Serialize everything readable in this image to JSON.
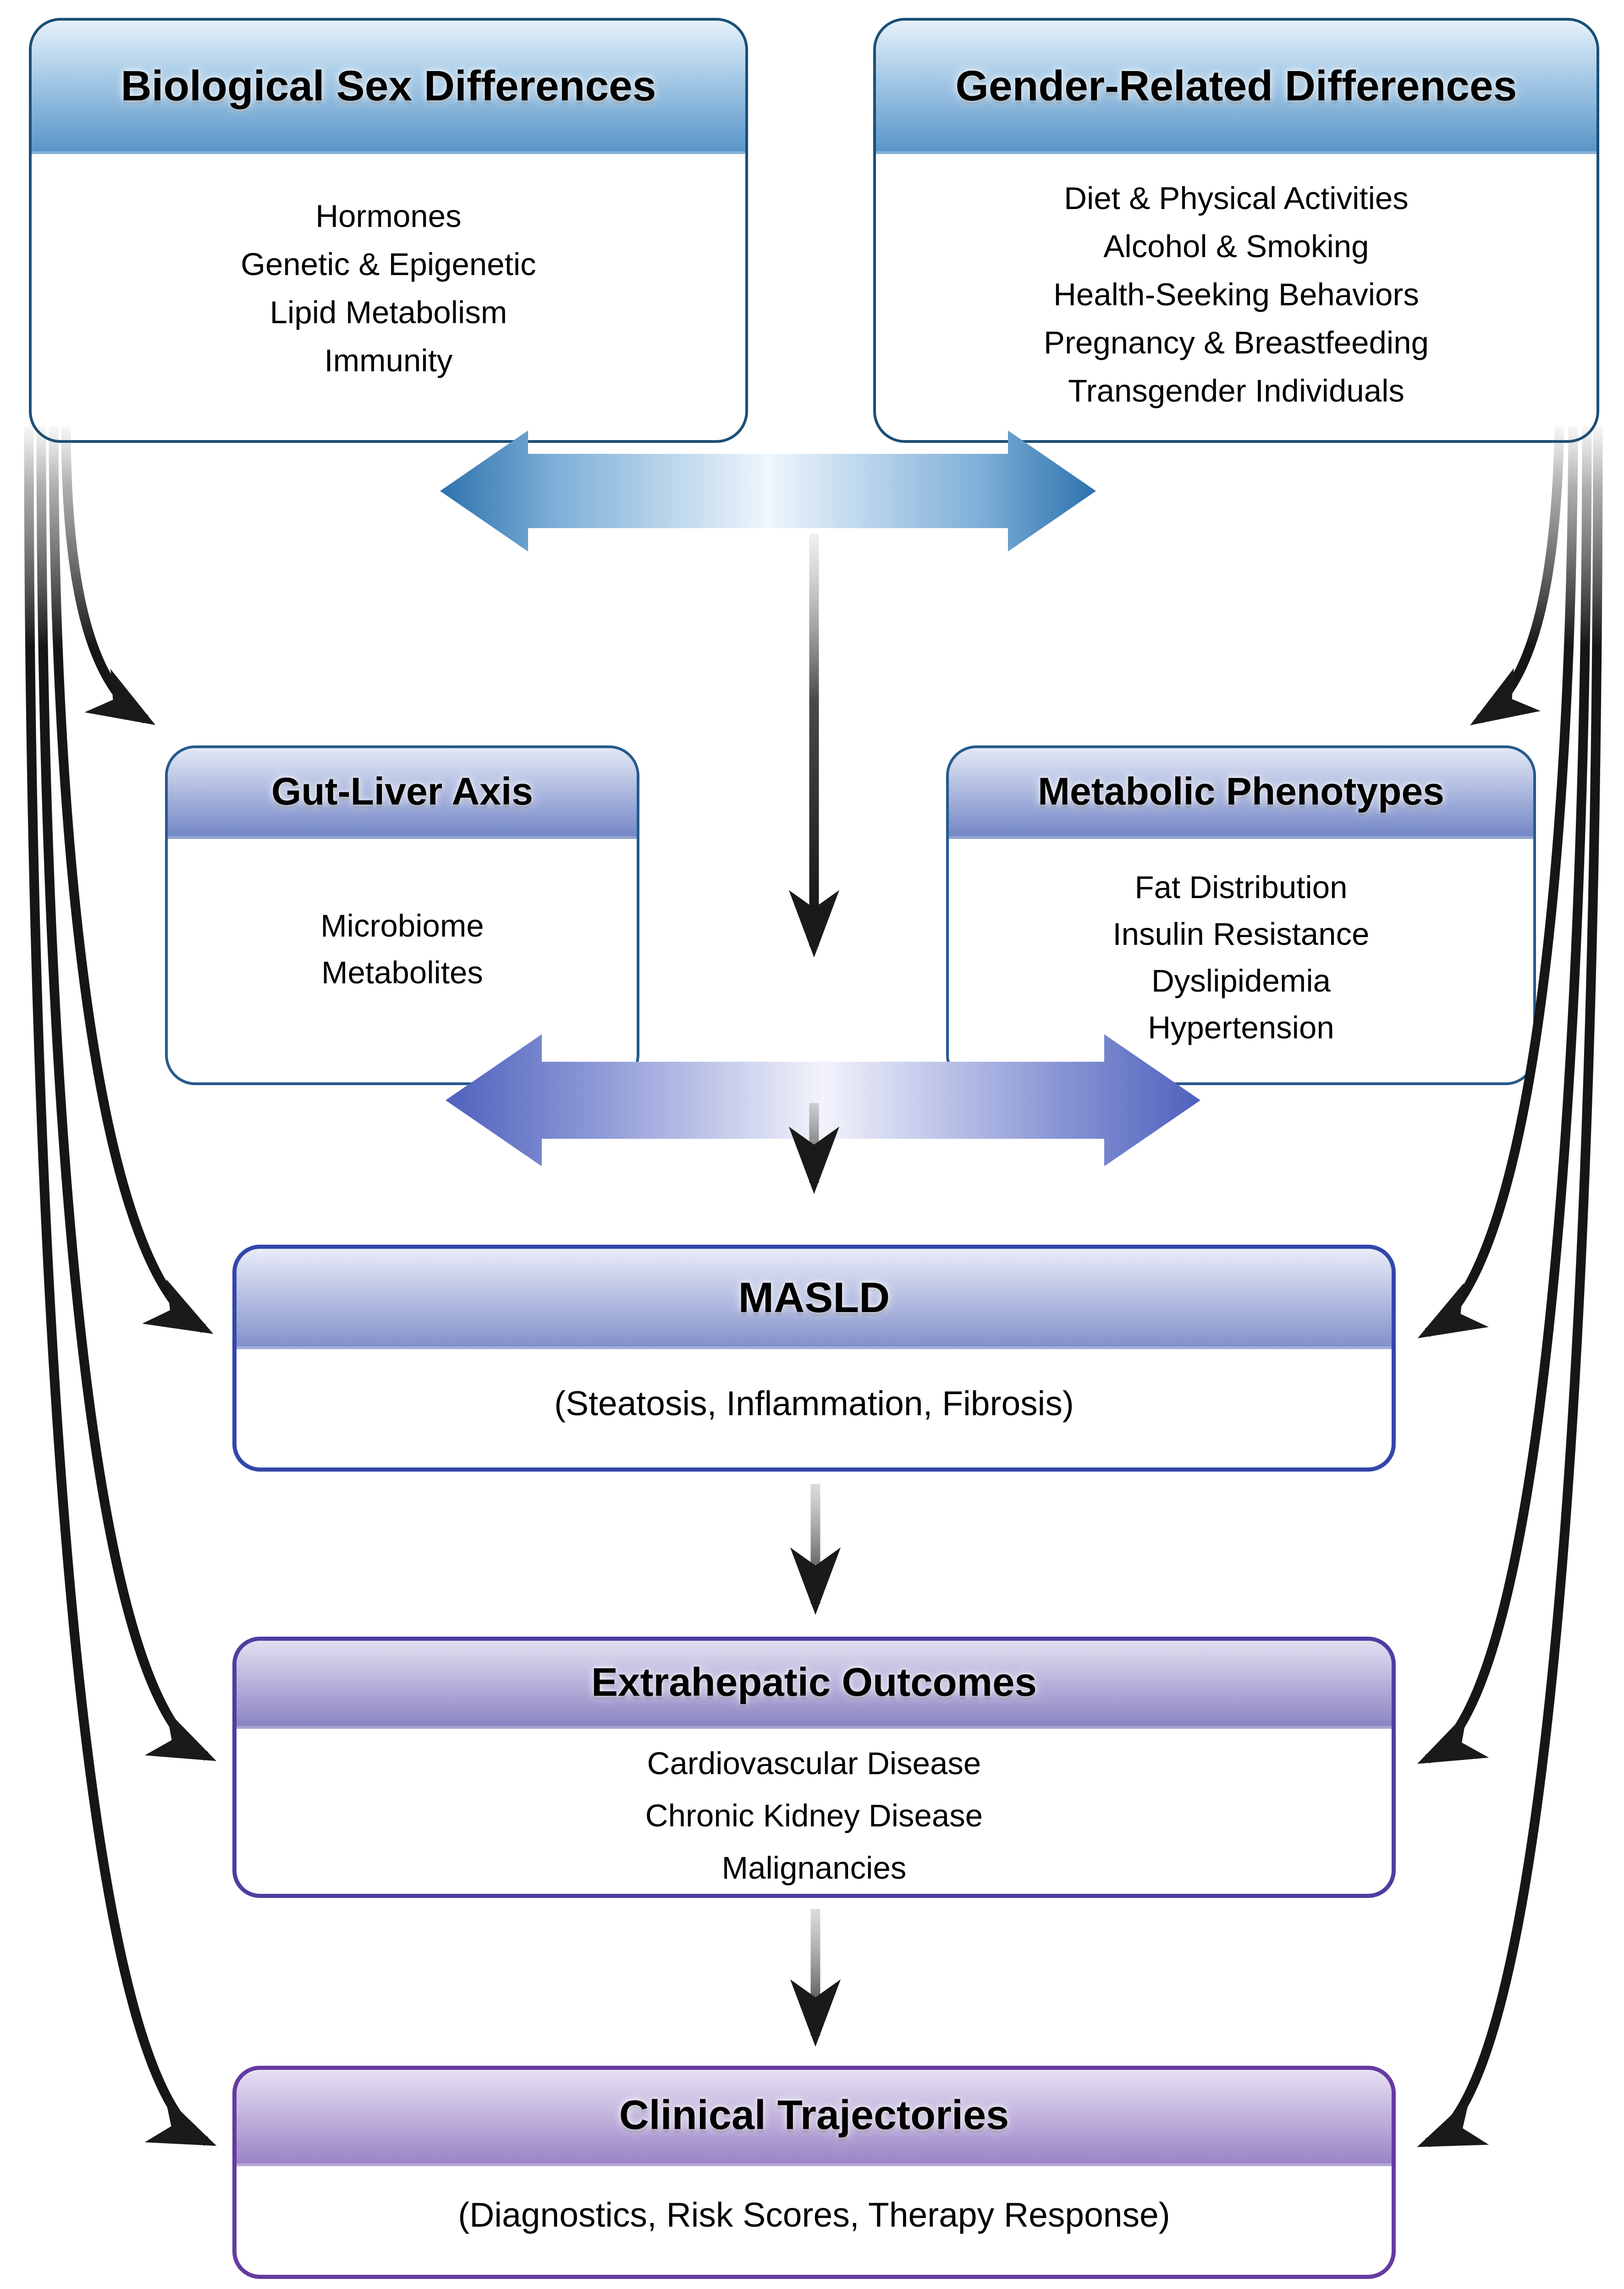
{
  "boxes": {
    "biological": {
      "title": "Biological Sex Differences",
      "items": [
        "Hormones",
        "Genetic & Epigenetic",
        "Lipid Metabolism",
        "Immunity"
      ]
    },
    "gender": {
      "title": "Gender-Related Differences",
      "items": [
        "Diet & Physical Activities",
        "Alcohol & Smoking",
        "Health-Seeking Behaviors",
        "Pregnancy & Breastfeeding",
        "Transgender Individuals"
      ]
    },
    "gut_liver": {
      "title": "Gut-Liver Axis",
      "items": [
        "Microbiome",
        "Metabolites"
      ]
    },
    "metabolic": {
      "title": "Metabolic Phenotypes",
      "items": [
        "Fat Distribution",
        "Insulin Resistance",
        "Dyslipidemia",
        "Hypertension"
      ]
    },
    "masld": {
      "title": "MASLD",
      "subtitle": "(Steatosis, Inflammation, Fibrosis)"
    },
    "extrahepatic": {
      "title": "Extrahepatic Outcomes",
      "items": [
        "Cardiovascular Disease",
        "Chronic Kidney Disease",
        "Malignancies"
      ]
    },
    "clinical": {
      "title": "Clinical Trajectories",
      "subtitle": "(Diagnostics, Risk Scores, Therapy Response)"
    }
  },
  "arrows": [
    {
      "from": "biological",
      "to": "gender",
      "type": "double-headed",
      "color": "blue-gradient"
    },
    {
      "from": "gut_liver",
      "to": "metabolic",
      "type": "double-headed",
      "color": "purple-gradient"
    },
    {
      "from": "sex-gender-interaction",
      "to": "gut-metabolic-interaction",
      "type": "down",
      "color": "black"
    },
    {
      "from": "gut-metabolic-interaction",
      "to": "masld",
      "type": "down",
      "color": "black"
    },
    {
      "from": "masld",
      "to": "extrahepatic",
      "type": "down",
      "color": "black"
    },
    {
      "from": "extrahepatic",
      "to": "clinical",
      "type": "down",
      "color": "black"
    },
    {
      "from": "biological",
      "to": "gut_liver",
      "type": "curved",
      "color": "black"
    },
    {
      "from": "biological",
      "to": "masld",
      "type": "curved",
      "color": "black"
    },
    {
      "from": "biological",
      "to": "extrahepatic",
      "type": "curved",
      "color": "black"
    },
    {
      "from": "biological",
      "to": "clinical",
      "type": "curved",
      "color": "black"
    },
    {
      "from": "gender",
      "to": "metabolic",
      "type": "curved",
      "color": "black"
    },
    {
      "from": "gender",
      "to": "masld",
      "type": "curved",
      "color": "black"
    },
    {
      "from": "gender",
      "to": "extrahepatic",
      "type": "curved",
      "color": "black"
    },
    {
      "from": "gender",
      "to": "clinical",
      "type": "curved",
      "color": "black"
    }
  ],
  "colors": {
    "blue_box_border": "#1b4f77",
    "blue_header": "#5996c9",
    "periwinkle_box_border": "#265a8c",
    "periwinkle_header": "#7487c6",
    "masld_border": "#3347a9",
    "masld_header": "#8391cb",
    "extrahepatic_border": "#4b3fa0",
    "extrahepatic_header": "#8b84c4",
    "clinical_border": "#663aa0",
    "clinical_header": "#9b84c6",
    "double_arrow_blue": "#2d72ad",
    "double_arrow_purple": "#4f61bd",
    "connector_black": "#161616"
  }
}
